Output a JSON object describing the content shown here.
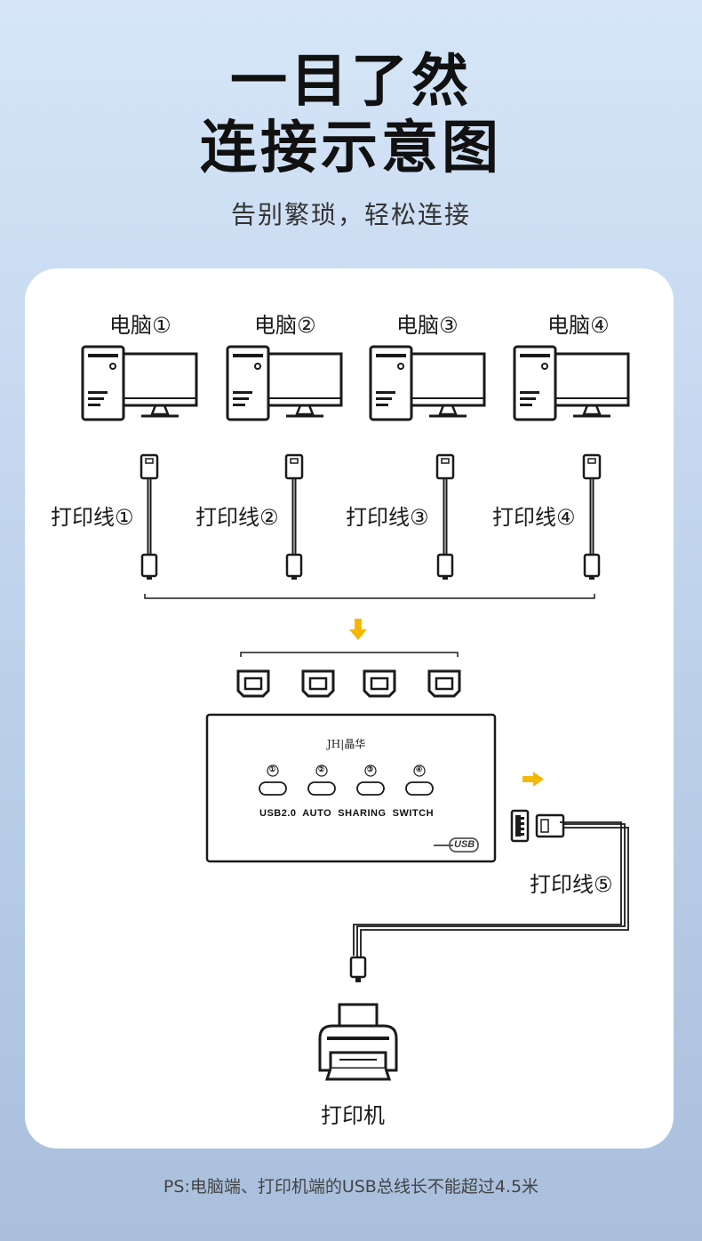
{
  "header": {
    "title_line1": "一目了然",
    "title_line2": "连接示意图",
    "subtitle": "告别繁琐，轻松连接"
  },
  "computers": [
    {
      "label": "电脑①"
    },
    {
      "label": "电脑②"
    },
    {
      "label": "电脑③"
    },
    {
      "label": "电脑④"
    }
  ],
  "cables": [
    {
      "label": "打印线①"
    },
    {
      "label": "打印线②"
    },
    {
      "label": "打印线③"
    },
    {
      "label": "打印线④"
    }
  ],
  "switch": {
    "brand": "JH|晶华",
    "ports": [
      "①",
      "②",
      "③",
      "④"
    ],
    "caption": "USB2.0  AUTO  SHARING  SWITCH",
    "logo": "USB"
  },
  "output_cable": {
    "label": "打印线⑤"
  },
  "printer": {
    "label": "打印机"
  },
  "footer": {
    "note": "PS:电脑端、打印机端的USB总线长不能超过4.5米"
  },
  "colors": {
    "arrow": "#f5b800",
    "line": "#1a1a1a"
  }
}
